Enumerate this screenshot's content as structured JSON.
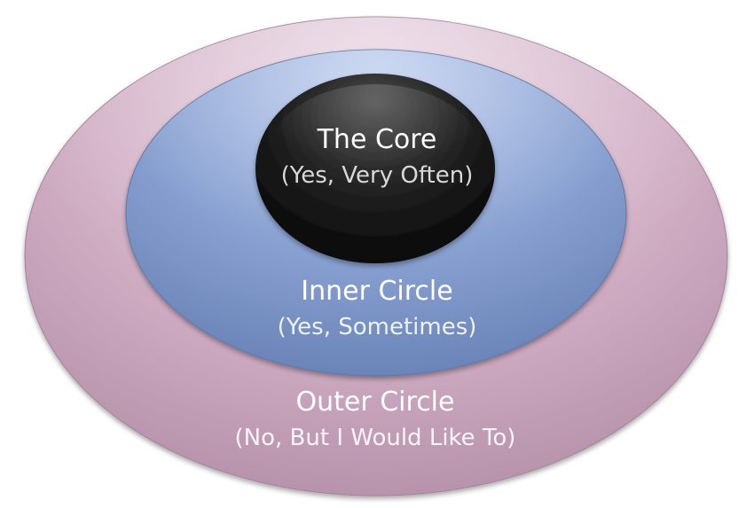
{
  "rings": {
    "outer": {
      "title": "Outer Circle",
      "subtitle": "(No, But I Would Like To)",
      "color": "#d7b9cd"
    },
    "inner": {
      "title": "Inner Circle",
      "subtitle": "(Yes, Sometimes)",
      "color": "#8fa8d8"
    },
    "core": {
      "title": "The Core",
      "subtitle": "(Yes, Very Often)",
      "color": "#1c1c1c"
    }
  }
}
